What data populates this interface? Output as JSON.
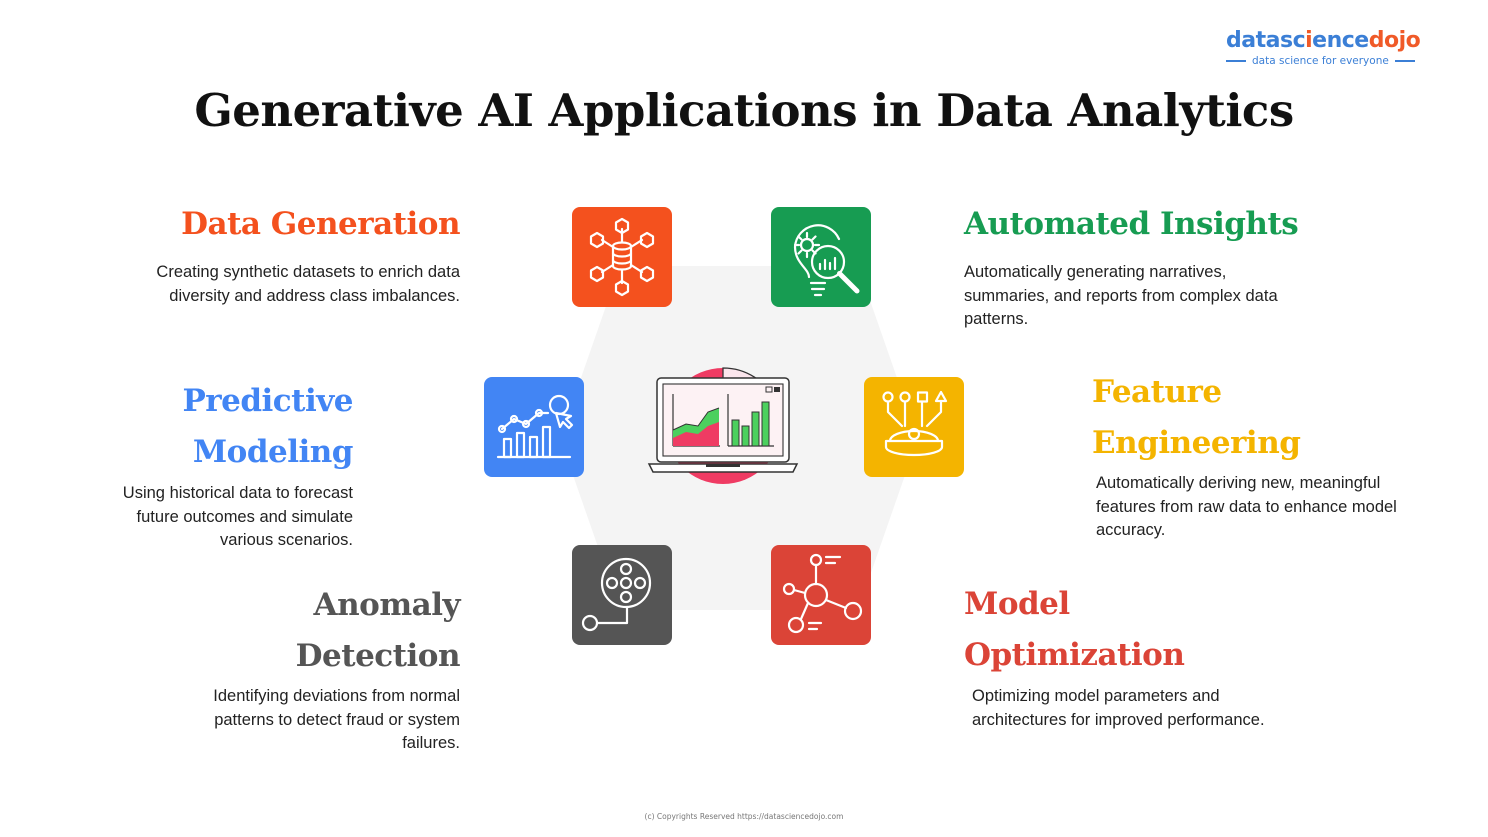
{
  "logo": {
    "part_data": "data",
    "part_sc": "sc",
    "part_i": "i",
    "part_ence": "ence",
    "part_dojo": "dojo",
    "tagline": "data science for everyone"
  },
  "title": "Generative AI Applications in Data Analytics",
  "sections": {
    "data_generation": {
      "title": "Data Generation",
      "description": "Creating synthetic datasets to enrich data diversity and address class imbalances.",
      "icon": "database-network-icon",
      "color": "#f4511e"
    },
    "automated_insights": {
      "title": "Automated Insights",
      "description": "Automatically generating narratives, summaries, and reports from complex data patterns.",
      "icon": "lightbulb-gear-magnifier-icon",
      "color": "#179c52"
    },
    "predictive_modeling": {
      "title_line1": "Predictive",
      "title_line2": "Modeling",
      "description": "Using historical data to forecast future outcomes and simulate various scenarios.",
      "icon": "trend-bar-chart-icon",
      "color": "#4285f4"
    },
    "feature_engineering": {
      "title_line1": "Feature",
      "title_line2": "Engineering",
      "description": "Automatically deriving new, meaningful features from raw data to enhance model accuracy.",
      "icon": "shapes-funnel-icon",
      "color": "#f4b400"
    },
    "anomaly_detection": {
      "title_line1": "Anomaly",
      "title_line2": "Detection",
      "description": "Identifying deviations from normal patterns to detect fraud or system failures.",
      "icon": "anomaly-dots-icon",
      "color": "#555555"
    },
    "model_optimization": {
      "title_line1": "Model",
      "title_line2": "Optimization",
      "description": "Optimizing model parameters and architectures for improved performance.",
      "icon": "network-nodes-icon",
      "color": "#db4437"
    }
  },
  "center_icon": "laptop-analytics-icon",
  "footer": "(c) Copyrights Reserved  https://datasciencedojo.com"
}
